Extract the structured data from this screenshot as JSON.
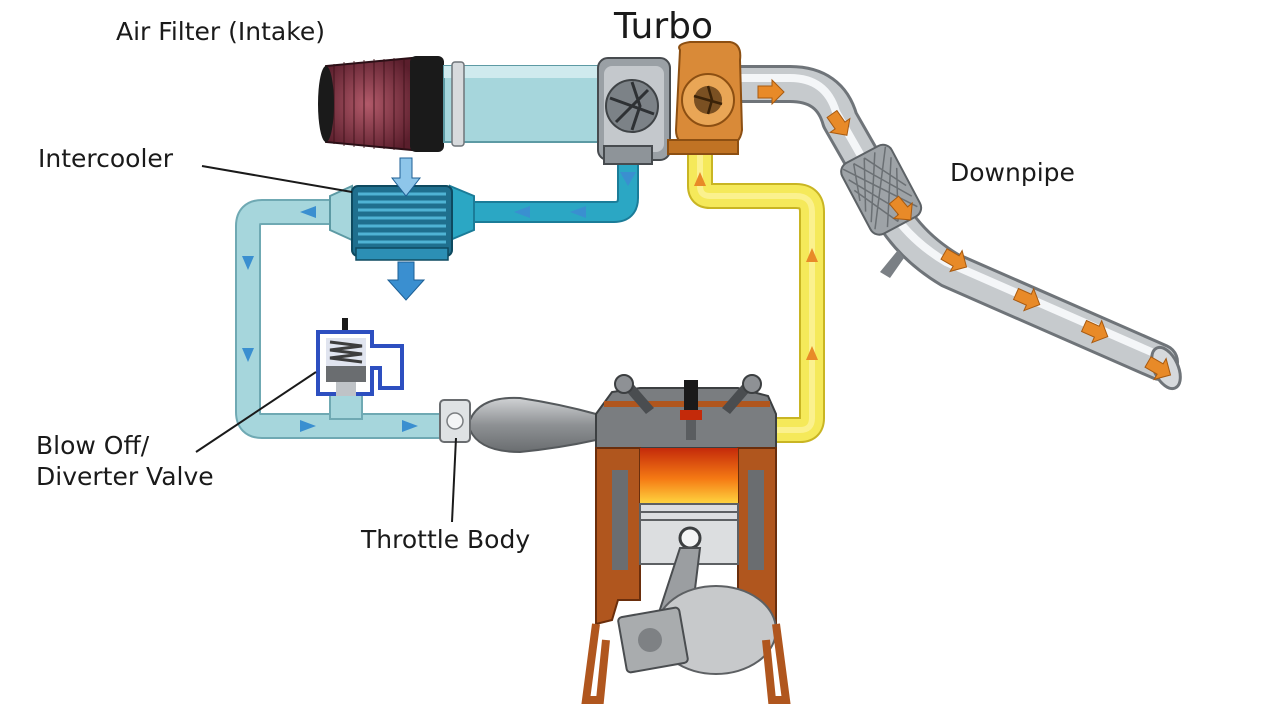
{
  "labels": {
    "air_filter": "Air Filter (Intake)",
    "turbo": "Turbo",
    "intercooler": "Intercooler",
    "downpipe": "Downpipe",
    "blow_off_line1": "Blow Off/",
    "blow_off_line2": "Diverter Valve",
    "throttle_body": "Throttle Body"
  },
  "colors": {
    "intake_pipe": "#a6d6dc",
    "cool_air_arrow": "#3a8fd0",
    "intercooler_core": "#2c8fb5",
    "hot_pipe": "#2ba7c4",
    "exhaust_pipe": "#f5e95a",
    "exhaust_arrow": "#e88a28",
    "turbo_housing": "#d98a38",
    "combustion": "#f57a14",
    "engine_block": "#b0561e",
    "valve_blue": "#2d4fc0"
  },
  "icons": [
    "air-filter-icon",
    "turbo-compressor-icon",
    "turbine-housing-icon",
    "intercooler-icon",
    "blow-off-valve-icon",
    "throttle-body-icon",
    "engine-cylinder-icon",
    "downpipe-icon"
  ]
}
